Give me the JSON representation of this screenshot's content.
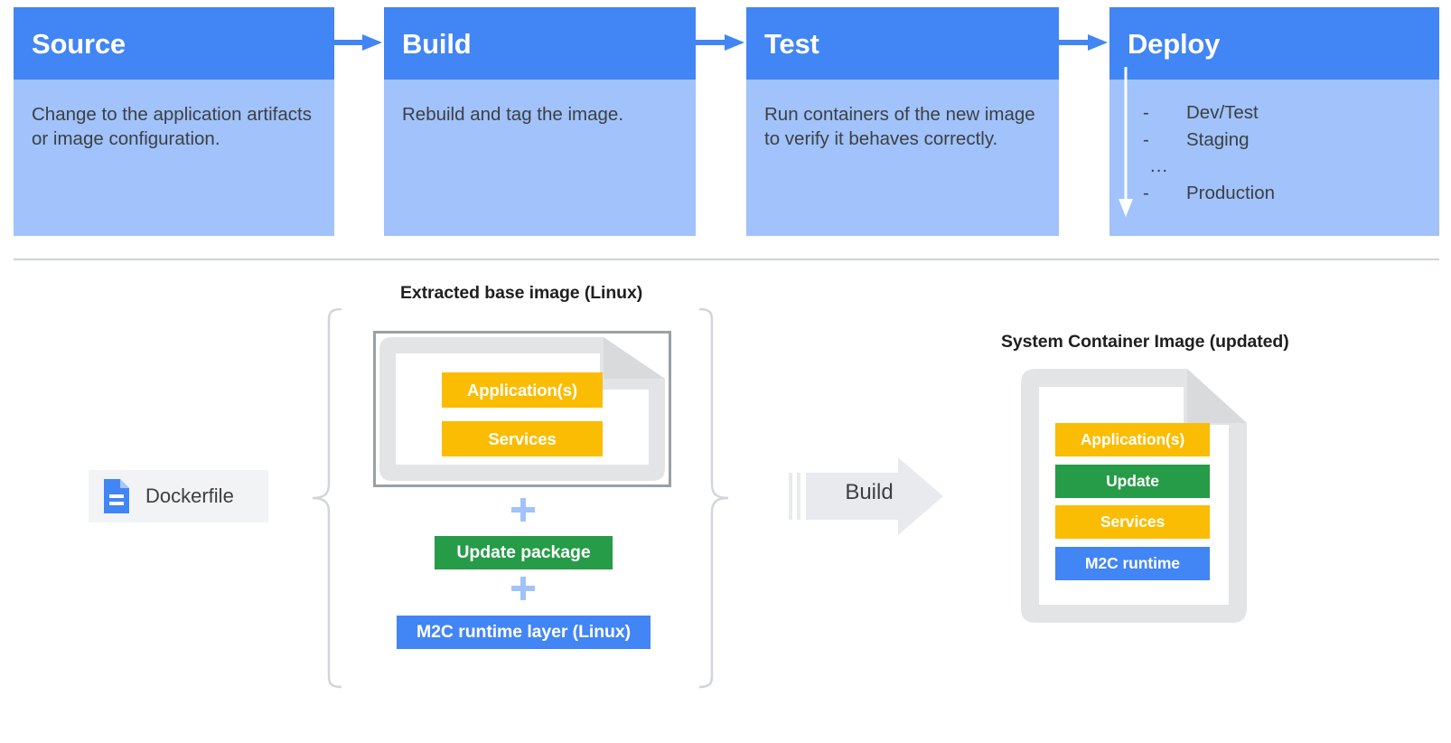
{
  "pipeline": {
    "arrow_icon": "arrow-right-icon",
    "stages": [
      {
        "title": "Source",
        "body": "Change to the application artifacts or image configuration."
      },
      {
        "title": "Build",
        "body": "Rebuild and tag the image."
      },
      {
        "title": "Test",
        "body": "Run containers of the new image to verify it behaves correctly."
      },
      {
        "title": "Deploy",
        "body": ""
      }
    ],
    "deploy_items": [
      {
        "dash": "-",
        "label": "Dev/Test"
      },
      {
        "dash": "-",
        "label": "Staging"
      },
      {
        "dash": "",
        "label": "..."
      },
      {
        "dash": "-",
        "label": "Production"
      }
    ],
    "deploy_arrow_icon": "arrow-down-icon"
  },
  "diagram": {
    "extracted_caption": "Extracted base image (Linux)",
    "system_caption": "System Container Image (updated)",
    "dockerfile": {
      "label": "Dockerfile",
      "icon": "document-icon"
    },
    "build": {
      "label": "Build",
      "icon": "arrow-right-block-icon"
    },
    "extracted_layers": [
      {
        "label": "Application(s)",
        "color": "#fbbc04"
      },
      {
        "label": "Services",
        "color": "#fbbc04"
      }
    ],
    "added_layers": [
      {
        "label": "Update package",
        "color": "#269b48"
      },
      {
        "label": "M2C runtime layer (Linux)",
        "color": "#4285f4"
      }
    ],
    "plus_icon": "plus-icon",
    "result_layers": [
      {
        "label": "Application(s)",
        "color": "#fbbc04"
      },
      {
        "label": "Update",
        "color": "#269b48"
      },
      {
        "label": "Services",
        "color": "#fbbc04"
      },
      {
        "label": "M2C runtime",
        "color": "#4285f4"
      }
    ]
  },
  "colors": {
    "header_blue": "#4285f4",
    "body_blue": "#a1c2fa",
    "amber": "#fbbc04",
    "green": "#269b48",
    "gray_doc": "#e3e4e6",
    "divider": "#cdd2d8"
  }
}
